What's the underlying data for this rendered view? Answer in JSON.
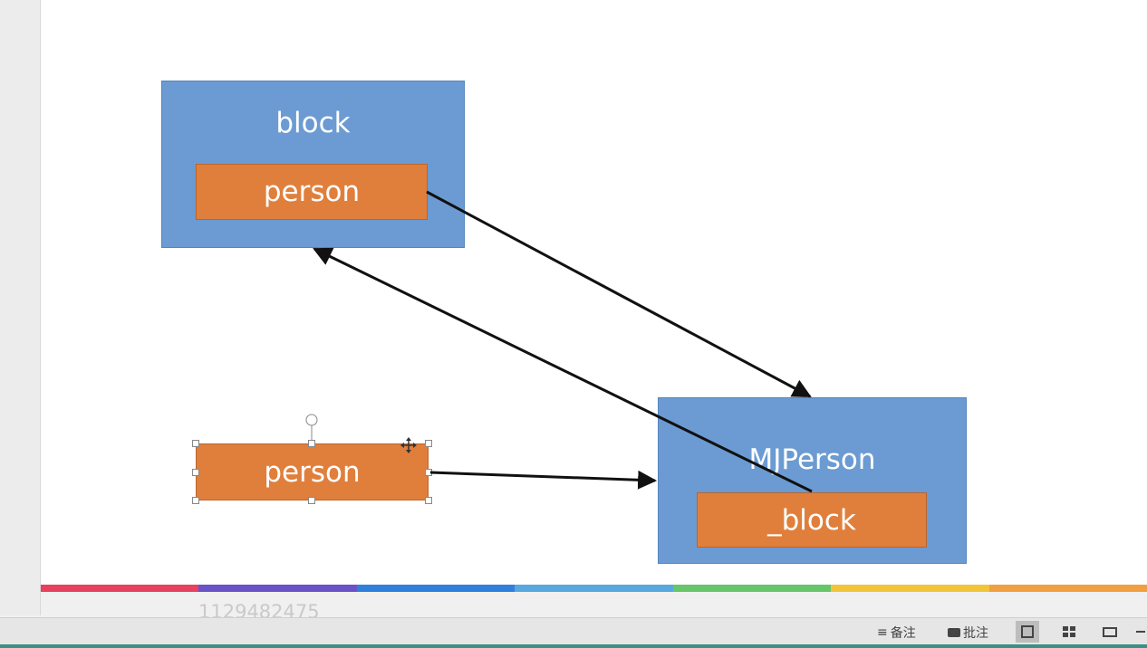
{
  "diagram": {
    "top_block": {
      "title": "block",
      "field": "person"
    },
    "right_block": {
      "title": "MJPerson",
      "field": "_block"
    },
    "standalone": {
      "label": "person"
    }
  },
  "watermark": "1129482475",
  "statusbar": {
    "notes_label": "备注",
    "comments_label": "批注"
  },
  "stripe_colors": [
    "#e8405f",
    "#6a52c8",
    "#2f7fdc",
    "#56a8df",
    "#67c56a",
    "#f2c43a",
    "#f0a040"
  ]
}
